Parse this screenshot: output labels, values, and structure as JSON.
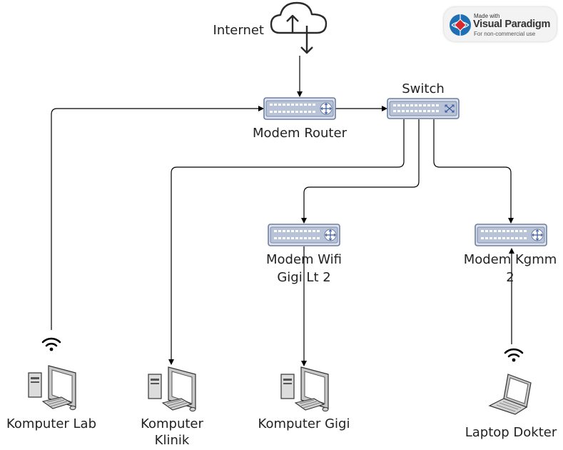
{
  "diagram": {
    "nodes": {
      "internet": {
        "label": "Internet",
        "icon": "cloud-upload-download-icon"
      },
      "modem_router": {
        "label": "Modem Router",
        "icon": "router-icon"
      },
      "switch": {
        "label": "Switch",
        "icon": "switch-icon"
      },
      "modem_wifi_line1": "Modem Wifi",
      "modem_wifi_line2": "Gigi Lt 2",
      "modem_kgmm_line1": "Modem Kgmm",
      "modem_kgmm_line2": "2",
      "komputer_lab": {
        "label": "Komputer Lab",
        "icon": "desktop-computer-icon"
      },
      "komputer_klinik_line1": "Komputer",
      "komputer_klinik_line2": "Klinik",
      "komputer_gigi": {
        "label": "Komputer Gigi",
        "icon": "desktop-computer-icon"
      },
      "laptop_dokter": {
        "label": "Laptop Dokter",
        "icon": "laptop-icon"
      }
    },
    "icons": {
      "wifi": "wifi-icon"
    },
    "colors": {
      "device_stroke": "#6c7ea3",
      "device_fill": "#dfe3ec",
      "edge": "#000000"
    }
  },
  "badge": {
    "made_with": "Made with",
    "brand": "Visual Paradigm",
    "note": "For non-commercial use",
    "colors": {
      "logo_blue": "#1f6fb5",
      "logo_red": "#d8272e"
    }
  }
}
